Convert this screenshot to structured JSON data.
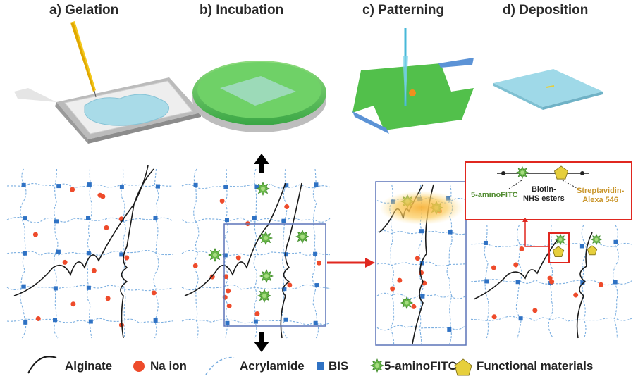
{
  "panels": [
    {
      "label": "a) Gelation"
    },
    {
      "label": "b) Incubation"
    },
    {
      "label": "c) Patterning"
    },
    {
      "label": "d) Deposition"
    }
  ],
  "legend": {
    "alginate": "Alginate",
    "na_ion": "Na ion",
    "acrylamide": "Acrylamide",
    "bis": "BIS",
    "aminofitc": "5-aminoFITC",
    "functional": "Functional materials"
  },
  "inset": {
    "left_label": "5-aminoFITC",
    "middle_label_1": "Biotin-",
    "middle_label_2": "NHS esters",
    "right_label_1": "Streptavidin-",
    "right_label_2": "Alexa 546"
  },
  "colors": {
    "alginate": "#1a1a1a",
    "na_ion": "#ee4b2b",
    "acrylamide": "#7aaee0",
    "bis": "#2f72c4",
    "aminofitc": "#6ab84a",
    "functional": "#e6cf3c",
    "gel_green": "#58c25a",
    "box_blue": "#5b74b8",
    "arrow_red": "#e0271f",
    "inset_green": "#4f8a2e",
    "inset_gold": "#c9952a"
  }
}
